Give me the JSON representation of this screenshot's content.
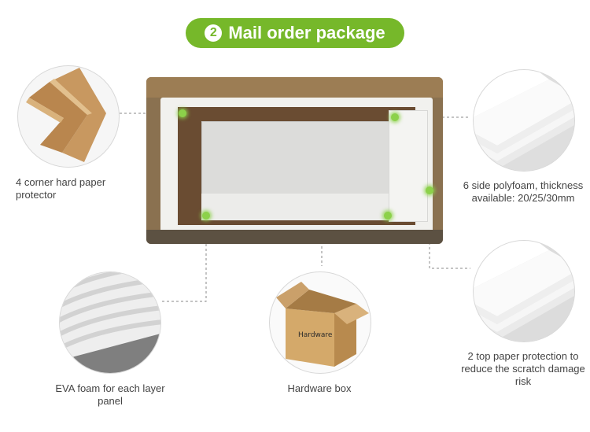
{
  "header": {
    "step_number": "2",
    "title": "Mail order package"
  },
  "items": [
    {
      "label": "4 corner hard paper protector",
      "icon": "corner-protector-icon"
    },
    {
      "label": "6 side polyfoam, thickness available: 20/25/30mm",
      "icon": "polyfoam-icon"
    },
    {
      "label": "EVA foam for each layer panel",
      "icon": "eva-foam-icon"
    },
    {
      "label": "Hardware box",
      "icon": "hardware-box-icon"
    },
    {
      "label": "2 top paper protection to reduce the scratch damage risk",
      "icon": "paper-protection-icon"
    }
  ],
  "hardware_box_print": "Hardware",
  "colors": {
    "accent": "#76b82a",
    "marker": "#8cd14a"
  }
}
